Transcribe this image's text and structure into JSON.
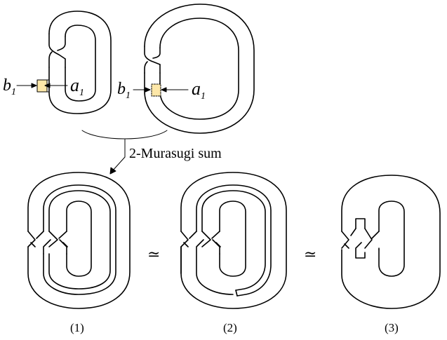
{
  "labels": {
    "b1_left": "b",
    "b1_left_sub": "1",
    "a1_left": "a",
    "a1_left_sub": "1",
    "b1_right": "b",
    "b1_right_sub": "1",
    "a1_right": "a",
    "a1_right_sub": "1",
    "operation": "2-Murasugi sum",
    "equiv_1": "≃",
    "equiv_2": "≃",
    "caption_1": "(1)",
    "caption_2": "(2)",
    "caption_3": "(3)"
  },
  "colors": {
    "stroke": "#000000",
    "patch_fill": "#fde7a8",
    "background": "#ffffff"
  }
}
